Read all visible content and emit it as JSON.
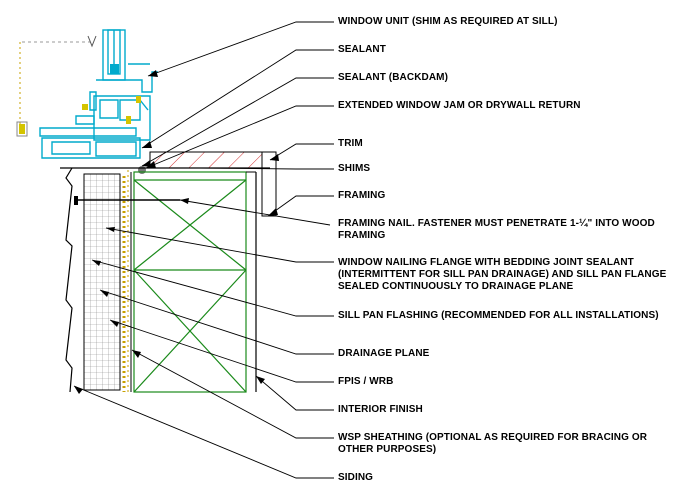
{
  "labels": [
    {
      "id": "window-unit",
      "text": "WINDOW UNIT (SHIM AS REQUIRED AT SILL)"
    },
    {
      "id": "sealant",
      "text": "SEALANT"
    },
    {
      "id": "sealant-backdam",
      "text": "SEALANT (BACKDAM)"
    },
    {
      "id": "extended-jamb",
      "text": "EXTENDED WINDOW JAM OR DRYWALL RETURN"
    },
    {
      "id": "trim",
      "text": "TRIM"
    },
    {
      "id": "shims",
      "text": "SHIMS"
    },
    {
      "id": "framing",
      "text": "FRAMING"
    },
    {
      "id": "framing-nail",
      "lines": [
        "FRAMING NAIL. FASTENER MUST PENETRATE 1-¼\" INTO WOOD",
        "FRAMING"
      ]
    },
    {
      "id": "nailing-flange",
      "lines": [
        "WINDOW NAILING FLANGE WITH BEDDING JOINT SEALANT",
        "(INTERMITTENT FOR SILL PAN DRAINAGE) AND SILL PAN FLANGE",
        "SEALED CONTINUOUSLY TO DRAINAGE PLANE"
      ]
    },
    {
      "id": "sill-pan",
      "text": "SILL PAN FLASHING (RECOMMENDED FOR ALL INSTALLATIONS)"
    },
    {
      "id": "drainage-plane",
      "text": "DRAINAGE PLANE"
    },
    {
      "id": "fpis-wrb",
      "text": "FPIS / WRB"
    },
    {
      "id": "interior-finish",
      "text": "INTERIOR FINISH"
    },
    {
      "id": "wsp-sheathing",
      "lines": [
        "WSP SHEATHING (OPTIONAL AS REQUIRED FOR BRACING OR",
        "OTHER PURPOSES)"
      ]
    },
    {
      "id": "siding",
      "text": "SIDING"
    }
  ],
  "colors": {
    "window_frame": "#00aacc",
    "framing": "#1a8a1a",
    "insulation_grid": "#8a8a8a",
    "wrb": "#c8a000",
    "trim_hatch": "#d03030",
    "hardware": "#d4c400",
    "leader": "#000000"
  }
}
